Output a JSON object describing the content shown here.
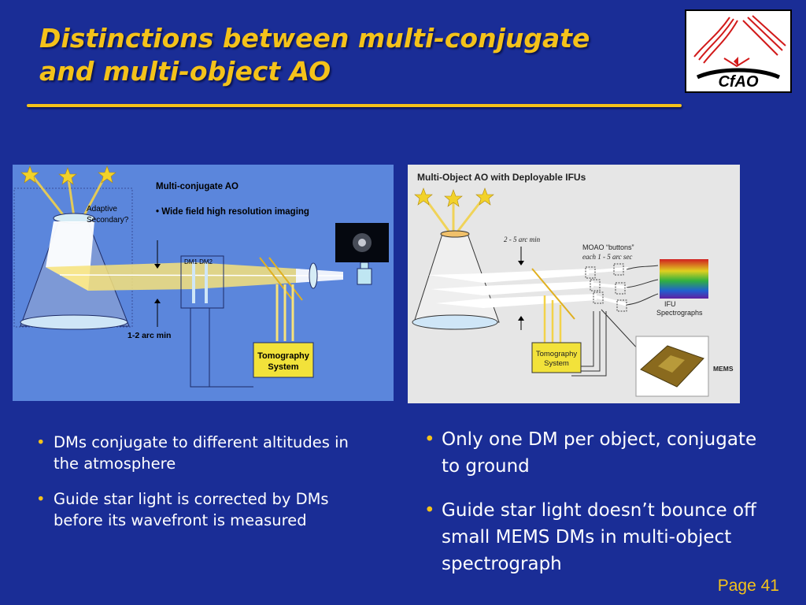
{
  "slide": {
    "title_line1": "Distinctions between multi-conjugate",
    "title_line2": "and multi-object AO",
    "page_label": "Page 41"
  },
  "logo": {
    "text": "CfAO"
  },
  "colors": {
    "accent": "#f4c21a",
    "background": "#1a2d96",
    "text": "#ffffff"
  },
  "left_diagram": {
    "heading": "Multi-conjugate AO",
    "subheading": "• Wide field high resolution imaging",
    "adaptive_secondary_line1": "Adaptive",
    "adaptive_secondary_line2": "Secondary?",
    "dm_labels": "DM1  DM2",
    "arc_label": "1-2 arc min",
    "tomography_line1": "Tomography",
    "tomography_line2": "System"
  },
  "right_diagram": {
    "heading": "Multi-Object AO with Deployable IFUs",
    "arc_label": "2 - 5 arc min",
    "moao_line1": "MOAO “buttons”",
    "moao_line2": "each 1 - 5 arc sec",
    "ifu_line1": "IFU",
    "ifu_line2": "Spectrographs",
    "tomography_line1": "Tomography",
    "tomography_line2": "System",
    "mems_label": "MEMS"
  },
  "left_bullets": [
    "DMs conjugate to different altitudes in the atmosphere",
    "Guide star light is corrected by DMs before its wavefront is measured"
  ],
  "right_bullets": [
    "Only one DM per object, conjugate to ground",
    "Guide star light doesn’t bounce off small MEMS DMs in multi-object spectrograph"
  ]
}
